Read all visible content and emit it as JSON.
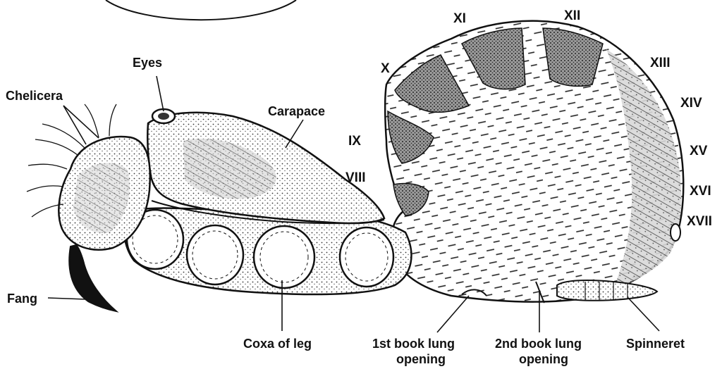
{
  "labels": {
    "eyes": "Eyes",
    "chelicera": "Chelicera",
    "carapace": "Carapace",
    "fang": "Fang",
    "coxa_of_leg": "Coxa of leg",
    "book_lung_1_line1": "1st book lung",
    "book_lung_1_line2": "opening",
    "book_lung_2_line1": "2nd book lung",
    "book_lung_2_line2": "opening",
    "spinneret": "Spinneret"
  },
  "segments": {
    "viii": "VIII",
    "ix": "IX",
    "x": "X",
    "xi": "XI",
    "xii": "XII",
    "xiii": "XIII",
    "xiv": "XIV",
    "xv": "XV",
    "xvi": "XVI",
    "xvii": "XVII"
  },
  "colors": {
    "ink": "#111111",
    "paper": "#ffffff",
    "shade": "#5a5a5a"
  }
}
